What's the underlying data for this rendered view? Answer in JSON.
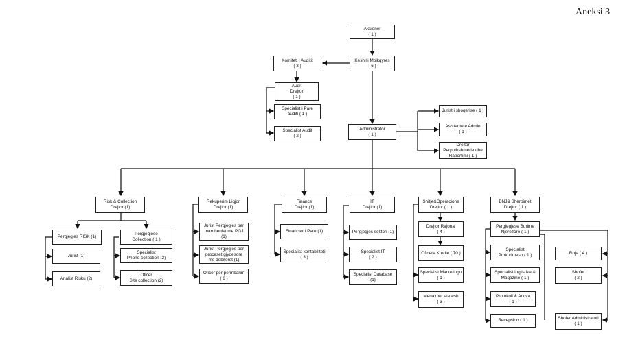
{
  "annex_label": "Aneksi 3",
  "nodes": {
    "aksioner": [
      "Aksioner",
      "( 1 )"
    ],
    "keshilli": [
      "Keshilli Mbikqyres",
      "( 6 )"
    ],
    "komiteti": [
      "Komiteti i Auditit",
      "( 3 )"
    ],
    "audit_drejtor": [
      "Audit",
      "Drejtor",
      "( 1 )"
    ],
    "specialist_pare_auditi": [
      "Specialist i Pare",
      "auditi ( 1 )"
    ],
    "specialist_audit": [
      "Specialist Audit",
      "( 2 )"
    ],
    "administrator": [
      "Administrator",
      "( 1 )"
    ],
    "jurist_shoqerise": [
      "Jurist i shoqerise  ( 1 )"
    ],
    "asistente_admin": [
      "Asistente e Admin",
      "( 1 )"
    ],
    "drejtor_perputhshmerie": [
      "Drejtor",
      "Perputhshmerie dhe",
      "Raportimi ( 1 )"
    ],
    "risk_collection": [
      "Risk & Collection",
      "Drejtor (1)"
    ],
    "pergjegjes_risk": [
      "Pergjegjes RISK (1)"
    ],
    "jurist_risk": [
      "Jurist (1)"
    ],
    "analist_risku": [
      "Analist Risku (2)"
    ],
    "pergjegjese_collection": [
      "Pergjegjese",
      "Collection ( 1 )"
    ],
    "specialist_phone": [
      "Specialist",
      "Phone collection (2)"
    ],
    "oficer_site": [
      "Oficer",
      "Site collection  (2)"
    ],
    "rekuperim": [
      "Rekuperim Ligjor",
      "Drejtor (1)"
    ],
    "jurist_pgj": [
      "Jurist Pergjegjes per",
      "mardheniet me PGJ",
      "(1)"
    ],
    "jurist_procese": [
      "Jurist Pergjegjes per",
      "proceset gjyqesore",
      "me debitoret (1)"
    ],
    "oficer_permbarim": [
      "Oficer per permbarim",
      "( 6 )"
    ],
    "finance": [
      "Finance",
      "Drejtor (1)"
    ],
    "financier_pare": [
      "Financier i Pare (1)"
    ],
    "specialist_kontabiliteti": [
      "Specialist kontabiliteti",
      "( 3 )"
    ],
    "it": [
      "IT",
      "Drejtor (1)"
    ],
    "pergjegjes_sektori": [
      "Pergjegjes sektori (1)"
    ],
    "specialist_it": [
      "Specialist IT",
      "( 2 )"
    ],
    "specialist_database": [
      "Specialist Database",
      "(1)"
    ],
    "shitje_operacione": [
      "Shitje&Operacione",
      "Drejtor ( 1 )"
    ],
    "drejtor_rajonal": [
      "Drejtor Rajonal",
      "( 4 )"
    ],
    "oficere_kredie": [
      "Oficere Kredie ( 70 )"
    ],
    "specialist_marketingu": [
      "Specialist Marketingu",
      "( 1 )"
    ],
    "menaxher_atetesh": [
      "Menaxher atetesh",
      "( 3 )"
    ],
    "bnj_sherbime": [
      "BNJ& Sherbimet",
      "Drejtor ( 1 )"
    ],
    "pergjegjese_burime": [
      "Pergjegjese Burime",
      "Njerezore  ( 1 )"
    ],
    "specialist_prokurimesh": [
      "Specialist",
      "Prokurimesh ( 1 )"
    ],
    "specialist_logjistike": [
      "Specialist logjistike &",
      "Magazine ( 1 )"
    ],
    "protokoll_arkiva": [
      "Protokoll & Arkiva",
      "( 1 )"
    ],
    "recepsion": [
      "Recepsion  ( 1 )"
    ],
    "roja": [
      "Roja ( 4 )"
    ],
    "shofer": [
      "Shofer",
      "( 2 )"
    ],
    "shofer_administratori": [
      "Shofer Administratori",
      "( 1 )"
    ]
  }
}
